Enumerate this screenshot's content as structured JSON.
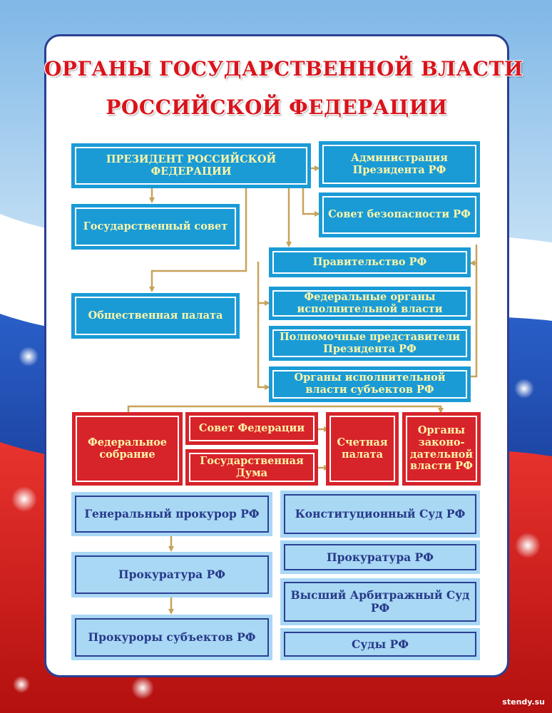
{
  "title": {
    "line1": "ОРГАНЫ ГОСУДАРСТВЕННОЙ ВЛАСТИ",
    "line2": "РОССИЙСКОЙ ФЕДЕРАЦИИ"
  },
  "colors": {
    "blue_box": "#1a9bd6",
    "red_box": "#d7232a",
    "light_box": "#a9d8f4",
    "title_red": "#d9141c",
    "box_text_yellow": "#fff6a8",
    "dark_blue_text": "#273a8a",
    "connector": "#c8a25a"
  },
  "executive": {
    "president": "ПРЕЗИДЕНТ РОССИЙСКОЙ ФЕДЕРАЦИИ",
    "administration": "Администрация Президента РФ",
    "security_council": "Совет безопасности РФ",
    "state_council": "Государственный совет",
    "public_chamber": "Общественная палата",
    "government": "Правительство РФ",
    "federal_exec": "Федеральные органы исполнительной власти",
    "plenipotentiaries": "Полномочные представители Президента РФ",
    "regional_exec": "Органы исполнительной власти субъектов РФ"
  },
  "legislative": {
    "federal_assembly": "Федеральное собрание",
    "federation_council": "Совет Федерации",
    "state_duma": "Государственная Дума",
    "accounts_chamber": "Счетная палата",
    "regional_legislative": "Органы законо-дательной власти РФ"
  },
  "prosecution": {
    "prosecutor_general": "Генеральный прокурор РФ",
    "prosecutors_office": "Прокуратура РФ",
    "regional_prosecutors": "Прокуроры субъектов РФ"
  },
  "judicial": {
    "constitutional_court": "Конституционный Суд РФ",
    "prosecutors_office": "Прокуратура РФ",
    "arbitration_court": "Высший Арбитражный Суд РФ",
    "courts": "Суды РФ"
  },
  "credit": "stendy.su"
}
